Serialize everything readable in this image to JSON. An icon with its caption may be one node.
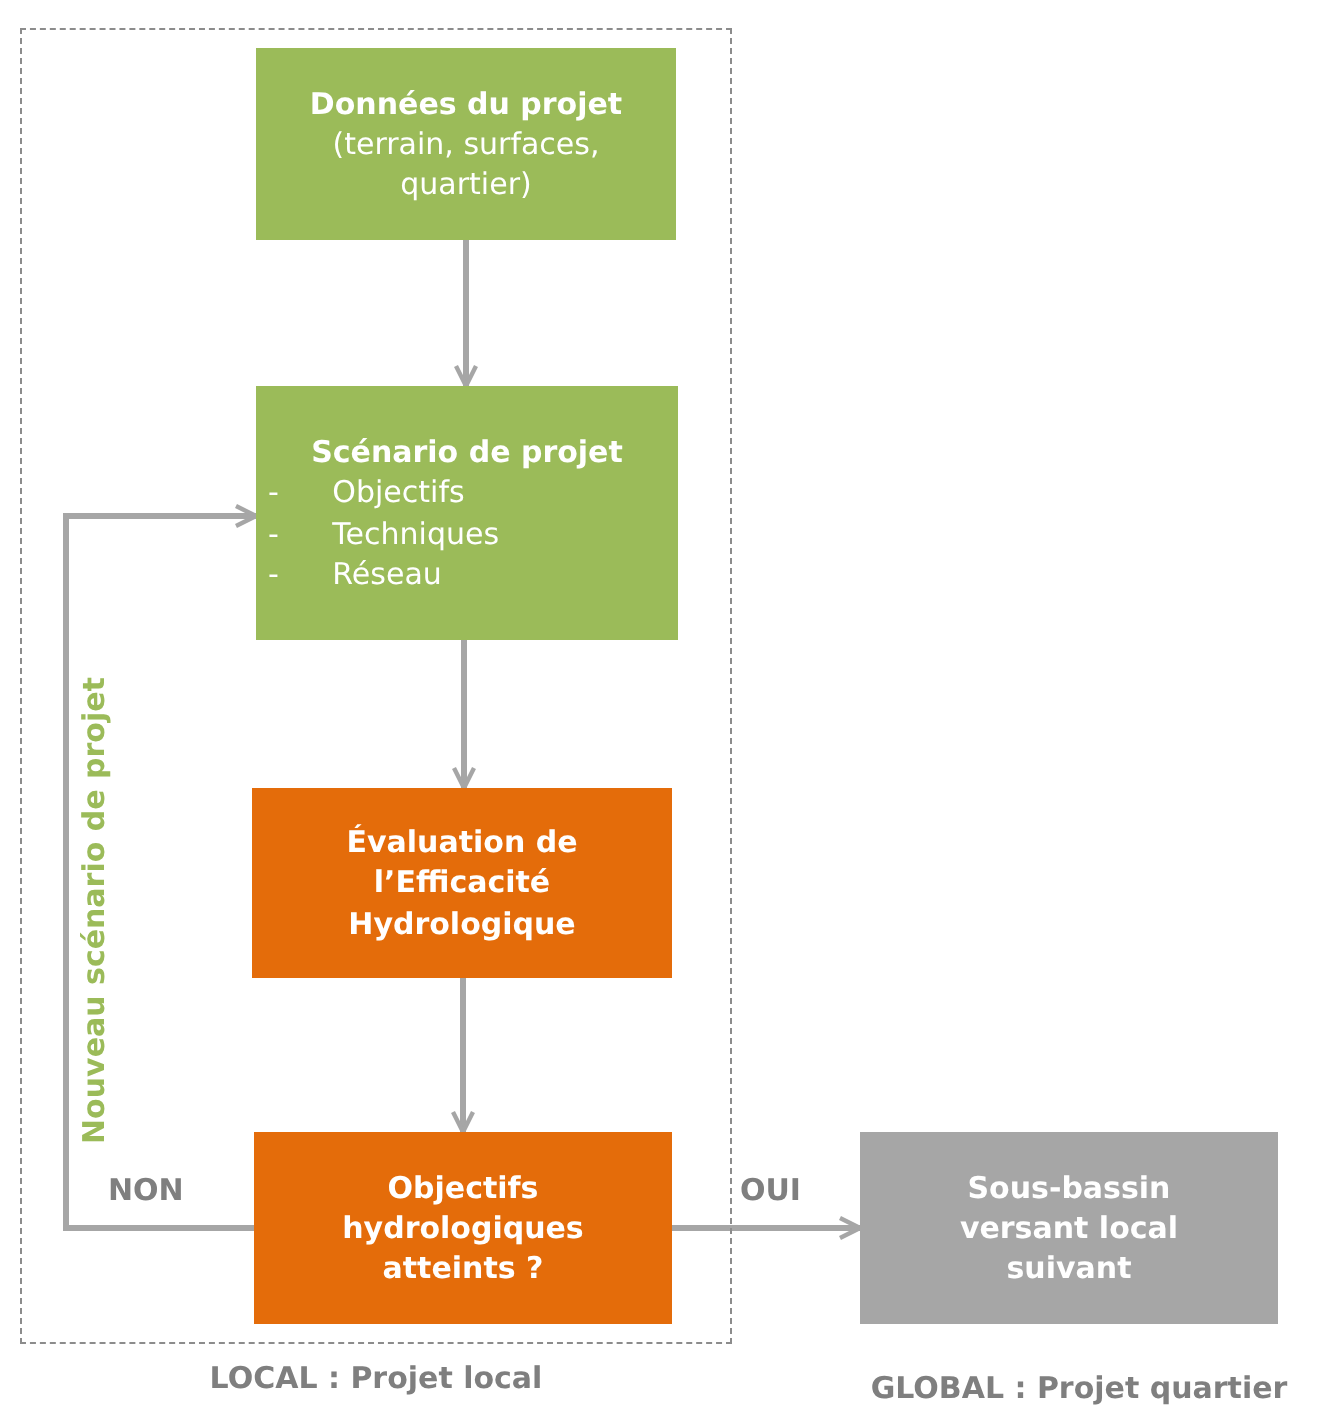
{
  "diagram": {
    "nodes": [
      {
        "text": [
          "LOCAL : Projet local"
        ]
      },
      {
        "text": [
          "Données du projet",
          "(terrain, surfaces, quartier)"
        ],
        "in": 0
      },
      {
        "text": [
          "Scénario de projet",
          "- Objectifs",
          "- Techniques",
          "- Réseau"
        ],
        "in": 0
      },
      {
        "text": [
          "Évaluation de l’Efficacité Hydrologique"
        ],
        "in": 0
      },
      {
        "text": [
          "Objectifs hydrologiques atteints ?"
        ],
        "in": 0
      },
      {
        "text": [
          "Sous-bassin versant local suivant"
        ],
        "beside": [
          "GLOBAL : Projet quartier"
        ]
      }
    ],
    "edges": [
      {
        "from": 1,
        "to": 2,
        "arrow": "to"
      },
      {
        "from": 2,
        "to": 3,
        "arrow": "to"
      },
      {
        "from": 3,
        "to": 4,
        "arrow": "to"
      },
      {
        "from": 4,
        "to": 2,
        "arrow": "to",
        "label": "NON"
      },
      {
        "from": 4,
        "to": 5,
        "arrow": "to",
        "label": "OUI"
      }
    ],
    "labels": [
      "Nouveau scénario de projet"
    ]
  }
}
